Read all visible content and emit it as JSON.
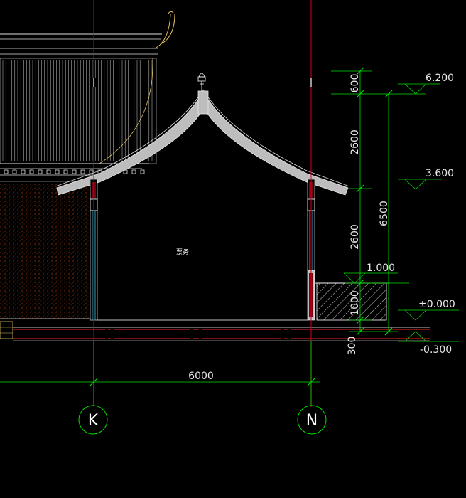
{
  "drawing": {
    "room_label": "票务",
    "elevations": [
      "6.200",
      "3.600",
      "1.000",
      "±0.000",
      "-0.300"
    ],
    "vertical_dims": [
      "600",
      "2600",
      "2600",
      "1000",
      "300"
    ],
    "overall_height_dim": "6500",
    "horizontal_dim": "6000",
    "axis_labels": [
      "K",
      "N"
    ],
    "colors": {
      "background": "#000000",
      "axis_line": "#d0001e",
      "dimension": "#00e000",
      "roof": "#c8c8c8",
      "window": "#40c0e0",
      "wall": "#ffffff",
      "hatch": "#e04000"
    }
  }
}
